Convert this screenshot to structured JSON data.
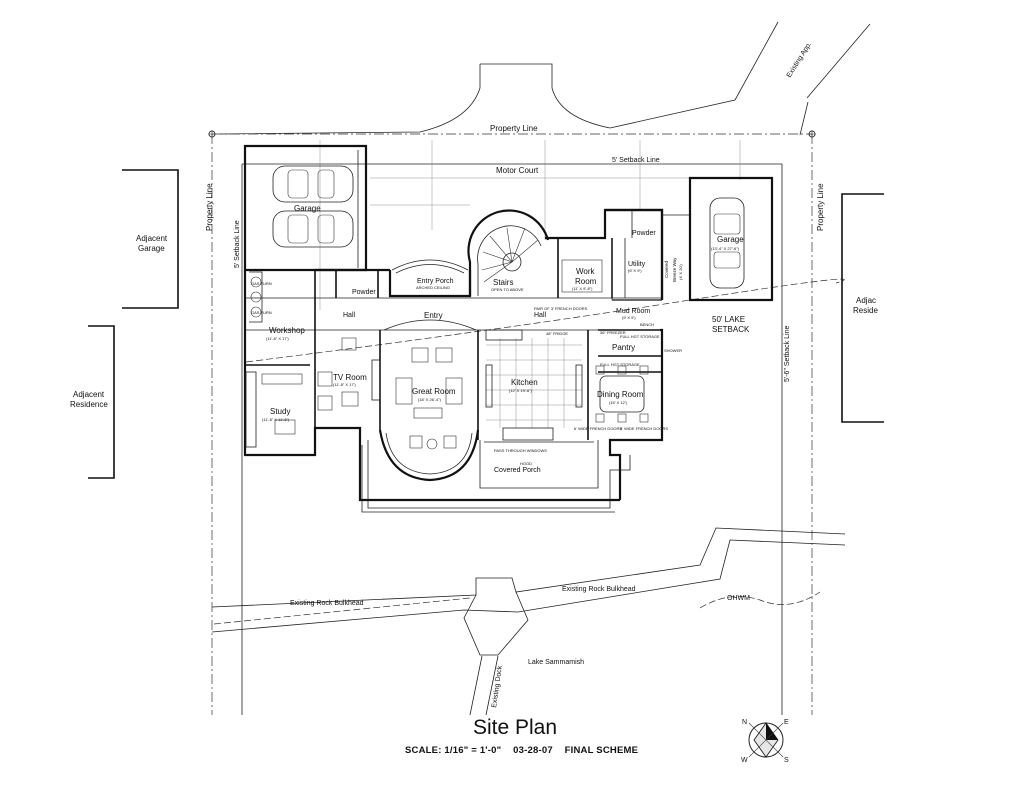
{
  "title": "Site Plan",
  "scale": "SCALE: 1/16\" = 1'-0\"",
  "date": "03-28-07",
  "scheme": "FINAL SCHEME",
  "site_labels": {
    "property_line_top": "Property Line",
    "property_line_left": "Property Line",
    "property_line_right": "Property Line",
    "setback_top": "5' Setback Line",
    "setback_left": "5' Setback Line",
    "setback_right": "5'-6\" Setback Line",
    "lake_setback_1": "50' LAKE",
    "lake_setback_2": "SETBACK",
    "motor_court": "Motor Court",
    "existing_app": "Existing App.",
    "adjacent_garage_1": "Adjacent",
    "adjacent_garage_2": "Garage",
    "adjacent_residence_left_1": "Adjacent",
    "adjacent_residence_left_2": "Residence",
    "adjacent_residence_right_1": "Adjac",
    "adjacent_residence_right_2": "Reside",
    "bulkhead_left": "Existing Rock Bulkhead",
    "bulkhead_right": "Existing Rock Bulkhead",
    "ohwm": "OHWM",
    "lake": "Lake Sammamish",
    "dock": "Existing Dock"
  },
  "rooms": {
    "garage_left": "Garage",
    "garage_right": "Garage",
    "garage_right_dim": "(13'-4\" X 27'-6\")",
    "powder_left": "Powder",
    "powder_right": "Powder",
    "entry_porch": "Entry Porch",
    "entry_porch_note": "ARCHED CEILING",
    "stairs": "Stairs",
    "stairs_note": "OPEN TO ABOVE",
    "work_room_1": "Work",
    "work_room_2": "Room",
    "work_room_dim": "(11' X 9'-8\")",
    "utility": "Utility",
    "utility_dim": "(6' X 9')",
    "breezeway_1": "Covered",
    "breezeway_2": "Breeze Way",
    "breezeway_dim": "(4' X 20')",
    "mud_room": "Mud Room",
    "mud_room_dim": "(9' X 5')",
    "pantry": "Pantry",
    "hall_left": "Hall",
    "entry": "Entry",
    "hall_right": "Hall",
    "workshop": "Workshop",
    "workshop_dim": "(11'-6\" X 17')",
    "tv_room": "TV Room",
    "tv_room_dim": "(11'-8\" X 17')",
    "study": "Study",
    "study_dim": "(11'-8\" X 11'-6\")",
    "great_room": "Great Room",
    "great_room_dim": "(18' X 26'-4\")",
    "kitchen": "Kitchen",
    "kitchen_dim": "(12' X 19'-6\")",
    "dining_room": "Dining Room",
    "dining_room_dim": "(15' X 12')",
    "covered_porch": "Covered Porch"
  },
  "notes": {
    "pair_doors": "PAIR OF 3' FRENCH DOORS",
    "full_storage": "FULL HGT STORAGE",
    "freezer": "36\" FREEZER",
    "bench": "BENCH",
    "shower": "SHOWER",
    "pass_through": "PASS THROUGH WINDOWS",
    "hood": "HOOD",
    "gas_furn_1": "GAS FURN",
    "gas_furn_2": "GAS FURN",
    "fridge": "48\" FRIDGE",
    "french_doors_1": "6' WIDE FRENCH DOORS",
    "french_doors_2": "6' WIDE FRENCH DOORS"
  },
  "compass": {
    "n": "N",
    "e": "E",
    "s": "S",
    "w": "W"
  }
}
